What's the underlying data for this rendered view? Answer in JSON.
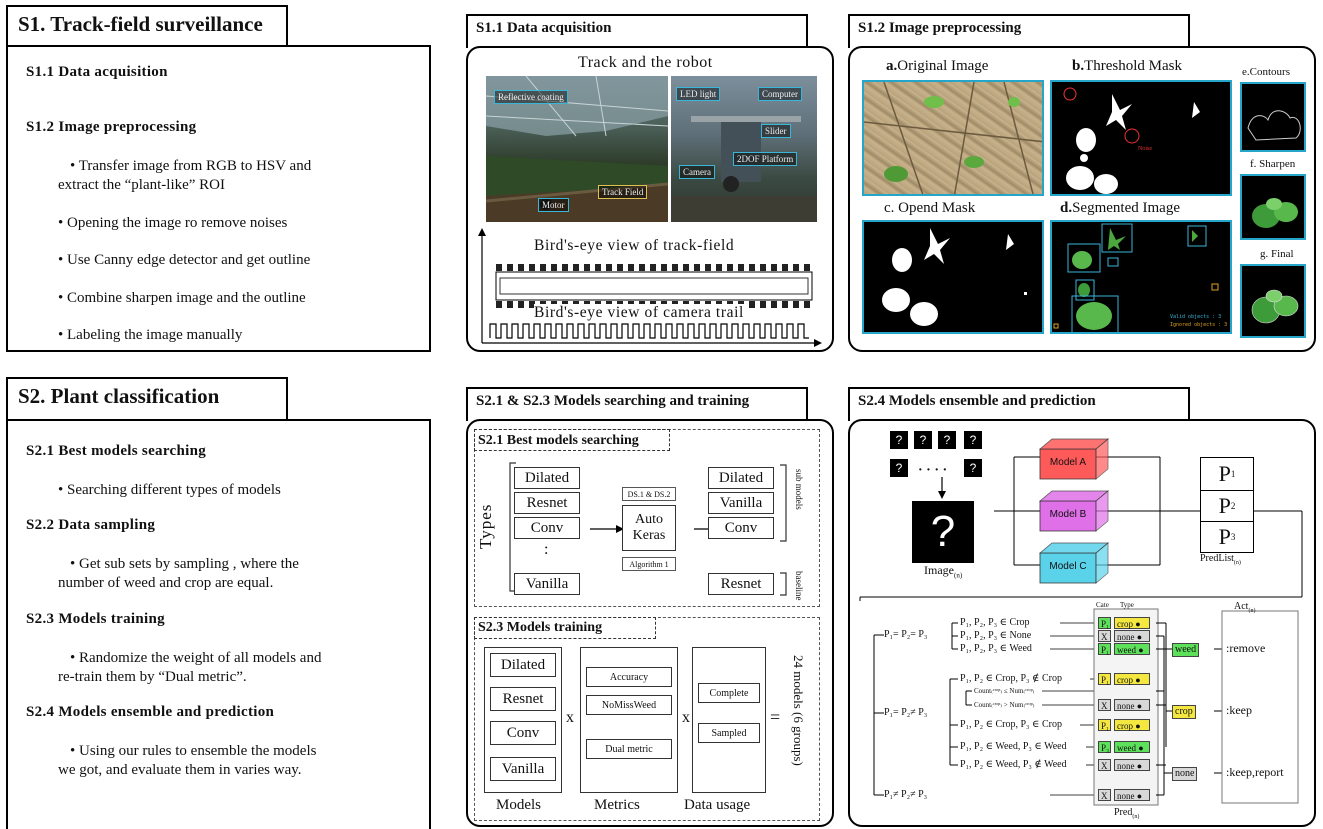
{
  "s1": {
    "title": "S1. Track-field surveillance",
    "h1": "S1.1  Data acquisition",
    "h2": "S1.2  Image preprocessing",
    "bullets": [
      "• Transfer image from RGB to HSV and",
      "extract the “plant-like” ROI",
      "•  Opening the image ro remove noises",
      "•  Use Canny edge detector and get outline",
      "•  Combine sharpen image and the outline",
      "•  Labeling the image manually"
    ]
  },
  "s11": {
    "tab": "S1.1 Data acquisition",
    "photo_title": "Track and the robot",
    "labels": [
      "Reflective coating",
      "LED light",
      "Computer",
      "Slider",
      "2DOF Platform",
      "Camera",
      "Track Field",
      "Motor"
    ],
    "birdseye1": "Bird's-eye view of track-field",
    "birdseye2": "Bird's-eye view of camera trail"
  },
  "s12": {
    "tab": "S1.2 Image preprocessing",
    "a": "a.",
    "a_text": "Original Image",
    "b": "b.",
    "b_text": "Threshold Mask",
    "c": "c. Opend Mask",
    "d": "d.",
    "d_text": "Segmented Image",
    "e": "e.Contours",
    "f": "f. Sharpen",
    "g": "g. Final",
    "noise": "Noise",
    "valid": "Valid  objects : 3",
    "ignored": "Ignored objects : 3"
  },
  "s2": {
    "title": "S2. Plant classification",
    "sections": [
      {
        "head": "S2.1  Best models searching",
        "lines": [
          "•  Searching different types of models"
        ]
      },
      {
        "head": "S2.2  Data sampling",
        "lines": [
          "•  Get sub sets by sampling , where the",
          "number of weed and crop are equal."
        ]
      },
      {
        "head": "S2.3  Models training",
        "lines": [
          "•  Randomize the weight of all models and",
          "re-train them by “Dual metric”."
        ]
      },
      {
        "head": "S2.4  Models ensemble and prediction",
        "lines": [
          "•  Using our rules to ensemble the models",
          "we got, and evaluate them in varies way."
        ]
      }
    ]
  },
  "s213": {
    "tab": "S2.1 & S2.3 Models searching and training",
    "search_title": "S2.1 Best models searching",
    "types_label": "Types",
    "left_models": [
      "Dilated",
      "Resnet",
      "Conv",
      "Vanilla"
    ],
    "ellipsis": ":",
    "ds_label": "DS.1 & DS.2",
    "autokeras_1": "Auto",
    "autokeras_2": "Keras",
    "algo_label": "Algorithm 1",
    "right_models": [
      "Dilated",
      "Vanilla",
      "Conv",
      "Resnet"
    ],
    "sub_models": "sub models",
    "baseline": "baseline",
    "train_title": "S2.3 Models training",
    "train_models": [
      "Dilated",
      "Resnet",
      "Conv",
      "Vanilla"
    ],
    "metrics": [
      "Accuracy",
      "NoMissWeed",
      "Dual metric"
    ],
    "usage": [
      "Complete",
      "Sampled"
    ],
    "times": "x",
    "equals": "=",
    "result": "24 models (6 groups)",
    "col_models": "Models",
    "col_metrics": "Metrics",
    "col_usage": "Data usage"
  },
  "s24": {
    "tab": "S2.4 Models ensemble and prediction",
    "q": "?",
    "dots": "· · · ·",
    "image_label": "Image",
    "image_sub": "(n)",
    "models": [
      "Model A",
      "Model B",
      "Model C"
    ],
    "preds": [
      "P",
      "P",
      "P"
    ],
    "pred_subs": [
      "1",
      "2",
      "3"
    ],
    "predlist": "PredList",
    "predlist_sub": "(n)",
    "cate": "Cate",
    "type": "Type",
    "act": "Act",
    "act_sub": "(n)",
    "pred": "Pred",
    "pred_sub": "(n)",
    "cond_eq": "P₁= P₂= P₃",
    "cond_ne": "P₁= P₂≠ P₃",
    "cond_all": "P₁≠ P₂≠ P₃",
    "rules": [
      "P₁, P₂, P₃ ∈ Crop",
      "P₁, P₂, P₃ ∈ None",
      "P₁, P₂, P₃ ∈ Weed",
      "P₁, P₂ ∈ Crop, P₃ ∉ Crop",
      "Count₍ᶜʳᵒᵖ₎ ≤ Num₍ᶜʳᵒᵖ₎",
      "Count₍ᶜʳᵒᵖ₎ > Num₍ᶜʳᵒᵖ₎",
      "P₁, P₂ ∈ Crop, P₃ ∈ Crop",
      "P₁, P₂ ∈ Weed, P₃ ∈ Weed",
      "P₁, P₂ ∈ Weed, P₃ ∉ Weed"
    ],
    "tags": {
      "p1": "P₁",
      "p3": "P₃",
      "x": "X",
      "crop": "crop",
      "none": "none",
      "weed": "weed"
    },
    "actions": [
      ":remove",
      ":keep",
      ":keep,report"
    ],
    "colors": {
      "modelA": "#ff5a5a",
      "modelB": "#e070e8",
      "modelC": "#5ad2ea",
      "crop": "#f4e840",
      "weed": "#5de05a",
      "none": "#d8d8d8",
      "pyellow": "#f4e840",
      "pgreen": "#5de05a"
    }
  }
}
